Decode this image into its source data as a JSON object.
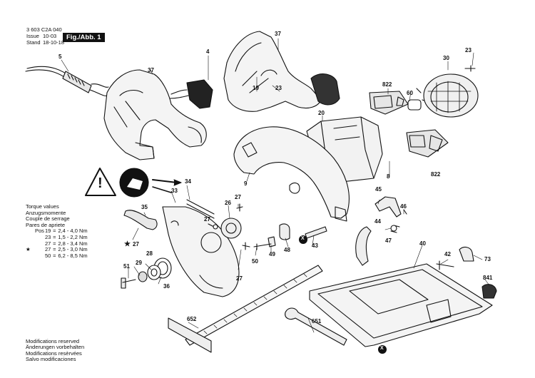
{
  "header": {
    "doc_number": "3 603 C2A 040",
    "issue_label": "Issue",
    "issue_value": "10-03",
    "stand_label": "Stand",
    "stand_value": "18-10-18",
    "fig_label": "Fig./Abb. 1"
  },
  "torque": {
    "title_lines": [
      "Torque values",
      "Anzugsmomente",
      "Couple de serrage",
      "Pares de apriete"
    ],
    "rows": [
      {
        "marker": "",
        "prefix": "Pos",
        "pos": "19",
        "value": "2,4 - 4,0 Nm"
      },
      {
        "marker": "",
        "prefix": "",
        "pos": "23",
        "value": "1,5 - 2,2 Nm"
      },
      {
        "marker": "",
        "prefix": "",
        "pos": "27",
        "value": "2,8 - 3,4 Nm"
      },
      {
        "marker": "★",
        "prefix": "",
        "pos": "27",
        "value": "2,5 - 3,0 Nm"
      },
      {
        "marker": "",
        "prefix": "",
        "pos": "50",
        "value": "6,2 - 8,5 Nm"
      }
    ]
  },
  "footer": {
    "lines": [
      "Modifications reserved",
      "Änderungen vorbehalten",
      "Modifications resèrvées",
      "Salvo modificaciones"
    ]
  },
  "part_labels": {
    "p4": "4",
    "p5": "5",
    "p8": "8",
    "p9": "9",
    "p19": "19",
    "p20": "20",
    "p23a": "23",
    "p23b": "23",
    "p26": "26",
    "p27a": "27",
    "p27b": "27",
    "p27c": "27",
    "p27d": "27",
    "p28": "28",
    "p29": "29",
    "p30": "30",
    "p33": "33",
    "p34": "34",
    "p35": "35",
    "p36": "36",
    "p37a": "37",
    "p37b": "37",
    "p40": "40",
    "p42": "42",
    "p43": "43",
    "p44": "44",
    "p45": "45",
    "p46": "46",
    "p47": "47",
    "p48": "48",
    "p49": "49",
    "p50": "50",
    "p51": "51",
    "p60": "60",
    "p73": "73",
    "p822a": "822",
    "p822b": "822",
    "p841": "841",
    "p651": "651",
    "p652": "652"
  },
  "symbols": {
    "star_marker": "★",
    "x_marker": "X",
    "warning": "!"
  }
}
